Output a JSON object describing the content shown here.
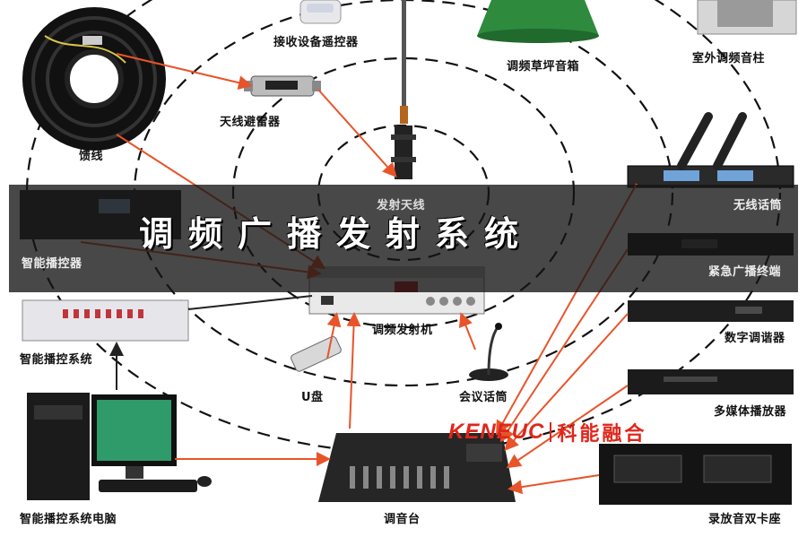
{
  "title": "调频广播发射系统",
  "labels": {
    "receiver_remote": "接收设备遥控器",
    "grass_speaker": "调频草坪音箱",
    "outdoor_column": "室外调频音柱",
    "feeder": "馈线",
    "lightning_arrester": "天线避雷器",
    "transmit_antenna": "发射天线",
    "wireless_mic": "无线话筒",
    "smart_controller": "智能播控器",
    "emergency_terminal": "紧急广播终端",
    "fm_transmitter": "调频发射机",
    "digital_tuner": "数字调谐器",
    "smart_control_system": "智能播控系统",
    "usb_drive": "U盘",
    "conference_mic": "会议话筒",
    "multimedia_player": "多媒体播放器",
    "control_pc": "智能播控系统电脑",
    "mixer": "调音台",
    "cassette_deck": "录放音双卡座"
  },
  "brand": {
    "en": "KENEUC",
    "cn": "科能融合"
  },
  "colors": {
    "arrow": "#e8542a",
    "banner": "#1e1e1e",
    "brand": "#e0261b",
    "device": "#2b2b2b"
  }
}
